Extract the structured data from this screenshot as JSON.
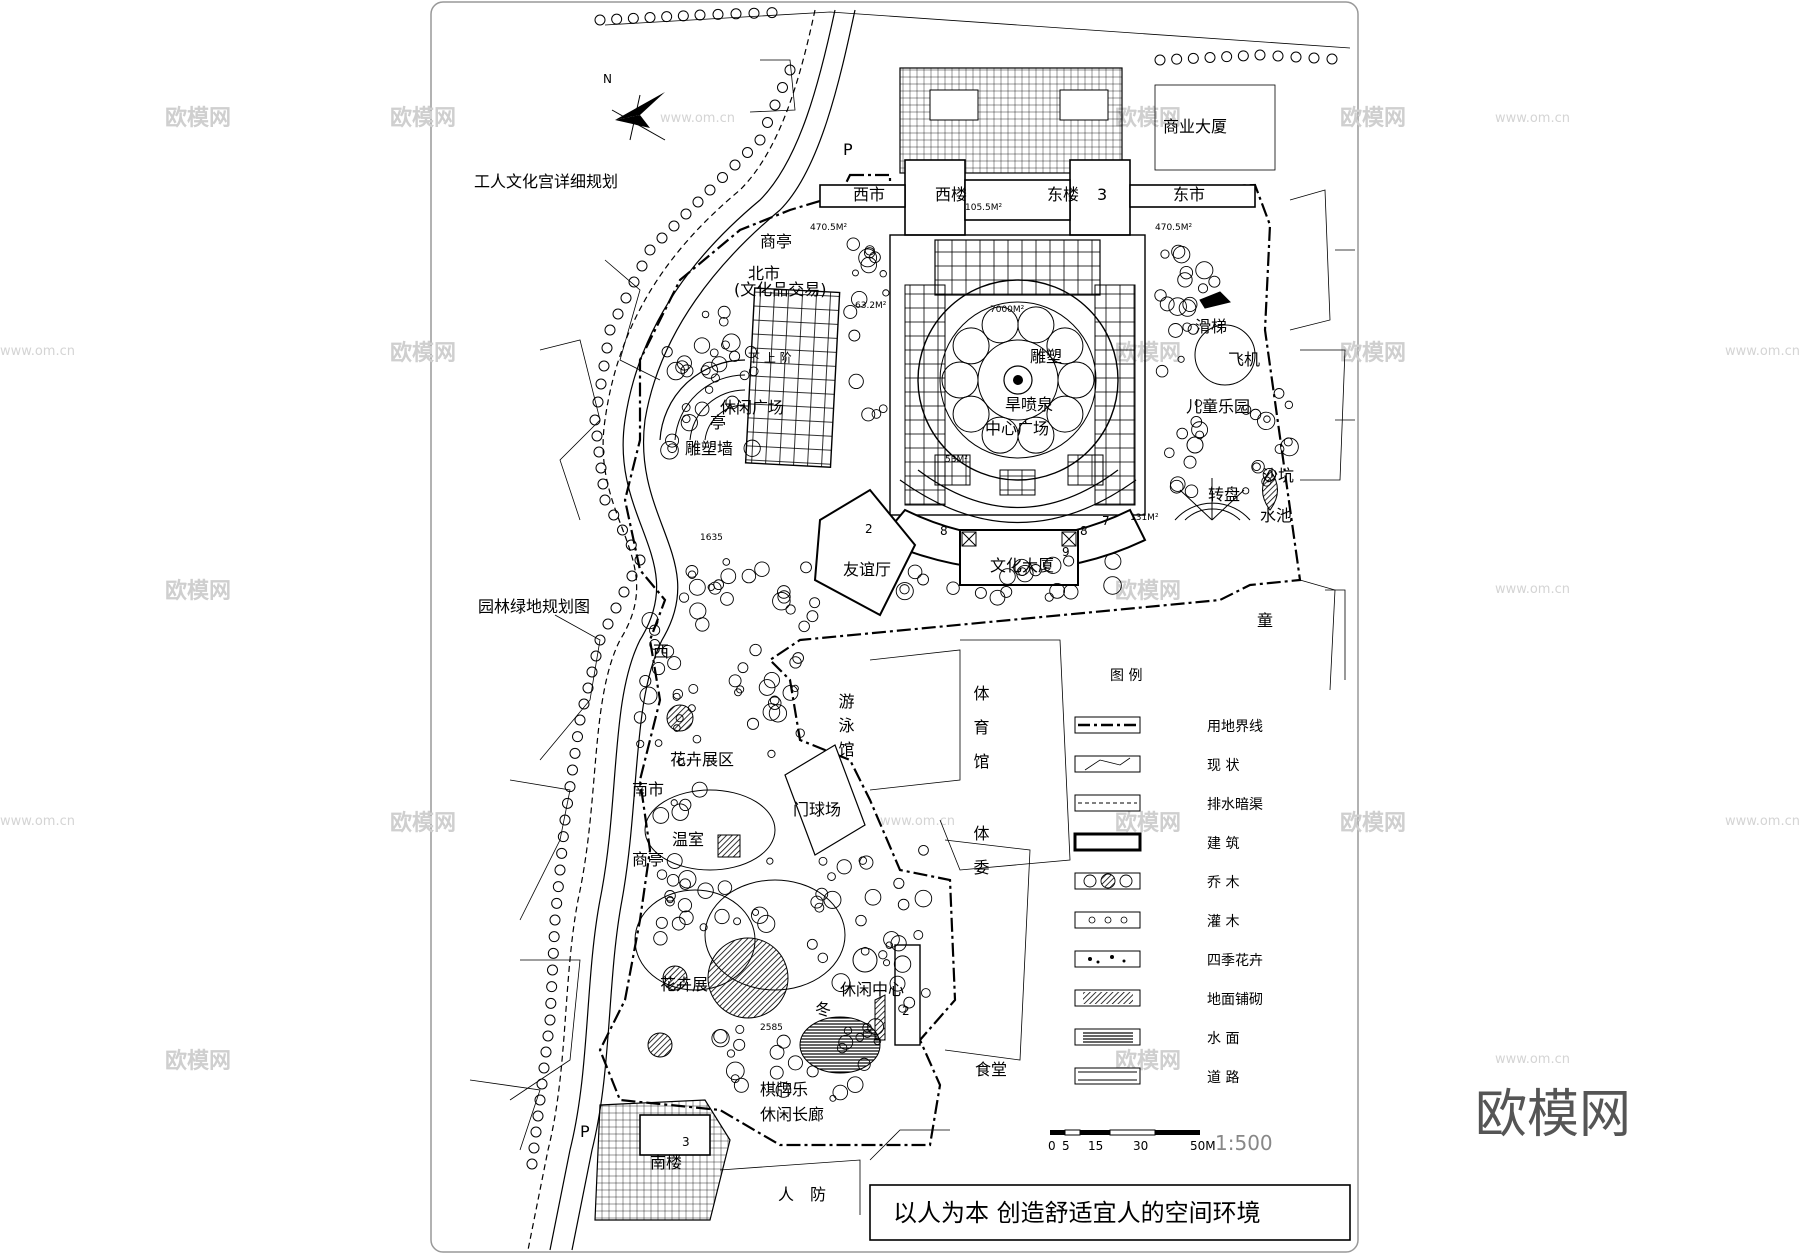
{
  "labels": {
    "north": "N",
    "worker_palace": "工人文化宫详细规划",
    "garden_plan": "园林绿地规划图",
    "commercial": "商业大厦",
    "west_building": "西楼",
    "east_building": "东楼",
    "east_building_num": "3",
    "west_market": "西市",
    "east_market": "东市",
    "north_market": "北市",
    "north_market_sub": "(文化品交易)",
    "shop_pavilion_n": "商亭",
    "shop_pavilion_s": "商亭",
    "parking_n": "P",
    "parking_s": "P",
    "area_west_sq": "470.5M²",
    "area_east_sq": "470.5M²",
    "area_gate": "105.5M²",
    "area_7000": "7000M²",
    "area_632": "63.2M²",
    "sculpture": "雕塑",
    "dry_fountain": "旱喷泉",
    "central_plaza": "中心广场",
    "leisure_plaza": "休闲广场",
    "up_stair": "下  上  阶",
    "arch_wall": "亭",
    "relief_wall": "雕塑墙",
    "friendship_hall": "友谊厅",
    "friendship_num": "2",
    "culture_building": "文化大厦",
    "num_8a": "8",
    "num_8b": "8",
    "num_9": "9",
    "num_7": "7",
    "slide": "滑梯",
    "aircraft": "飞机",
    "kids_park": "儿童乐园",
    "sandpit": "沙坑",
    "carousel": "转盘",
    "pool_kids": "水池",
    "childrens": "童",
    "west_gate": "西",
    "natatorium": "游泳馆",
    "gymnasium": "体育馆",
    "sports_committee": "体委",
    "flower_area_n": "花卉展区",
    "south_market": "南市",
    "gateball": "门球场",
    "conservatory": "温室",
    "flower_area_s": "花卉展",
    "leisure_center": "休闲中心",
    "leisure_num": "2",
    "winter": "冬",
    "chess_club": "棋牌乐",
    "corridor": "休闲长廊",
    "canteen": "食堂",
    "south_building": "南楼",
    "south_num": "3",
    "civil_defense": "人防",
    "small_1": "1635",
    "small_2": "2585",
    "small_3": "131M²",
    "small_4": "53M²"
  },
  "legend": {
    "title": "图    例",
    "items": [
      {
        "label": "用地界线",
        "icon": "boundary-line-icon"
      },
      {
        "label": "现    状",
        "icon": "existing-icon"
      },
      {
        "label": "排水暗渠",
        "icon": "drain-icon"
      },
      {
        "label": "建    筑",
        "icon": "building-icon"
      },
      {
        "label": "乔    木",
        "icon": "tree-icon"
      },
      {
        "label": "灌    木",
        "icon": "shrub-icon"
      },
      {
        "label": "四季花卉",
        "icon": "flower-icon"
      },
      {
        "label": "地面铺砌",
        "icon": "paving-icon"
      },
      {
        "label": "水    面",
        "icon": "water-icon"
      },
      {
        "label": "道    路",
        "icon": "road-icon"
      }
    ]
  },
  "scale": {
    "ticks": [
      "0",
      "5",
      "15",
      "30",
      "50M"
    ],
    "ratio": "1:500"
  },
  "slogan": "以人为本  创造舒适宜人的空间环境",
  "watermark": {
    "logo": "欧模网",
    "url": "www.om.cn",
    "big": "欧模网"
  }
}
